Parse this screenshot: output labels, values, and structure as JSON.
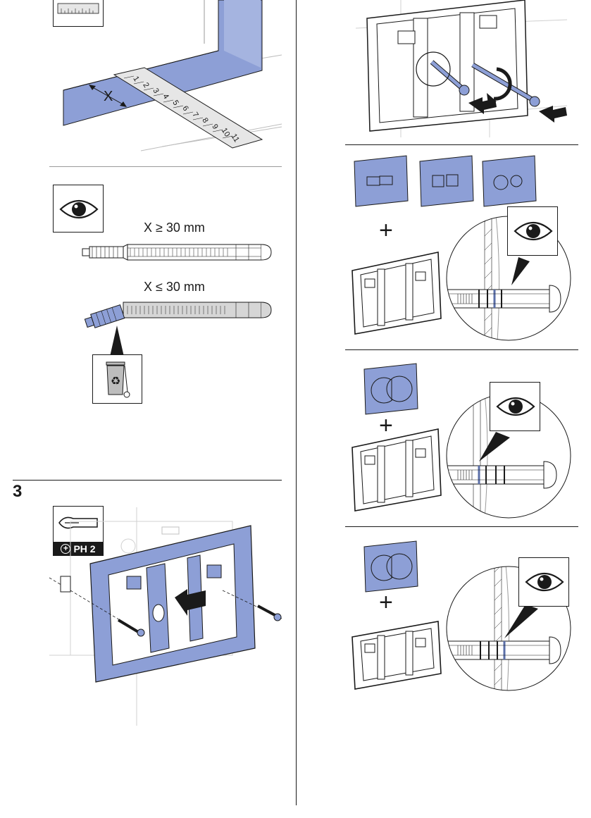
{
  "colors": {
    "accent_blue": "#8d9fd6",
    "accent_blue_dark": "#5b6fa8",
    "line": "#1a1a1a",
    "gray": "#bdbdbd"
  },
  "left": {
    "measure": {
      "dimension_label": "X",
      "ruler_numbers": [
        "1",
        "2",
        "3",
        "4",
        "5",
        "6",
        "7",
        "8",
        "9",
        "10",
        "11"
      ]
    },
    "eye_section": {
      "icon": "eye-icon",
      "rule_greater": "X ≥ 30 mm",
      "rule_less": "X ≤ 30 mm",
      "recycle_icon": "recycle-bin-icon"
    },
    "step3": {
      "number": "3",
      "tool_label": "PH 2",
      "tool_icon": "phillips-screwdriver-icon"
    }
  },
  "right": {
    "sections": [
      {
        "id": "insert-rods",
        "icon": "arrow-push-icon"
      },
      {
        "id": "rectangular-plates",
        "plus": "+",
        "icon": "eye-icon"
      },
      {
        "id": "round-plate-a",
        "plus": "+",
        "icon": "eye-icon"
      },
      {
        "id": "round-plate-b",
        "plus": "+",
        "icon": "eye-icon"
      }
    ]
  }
}
